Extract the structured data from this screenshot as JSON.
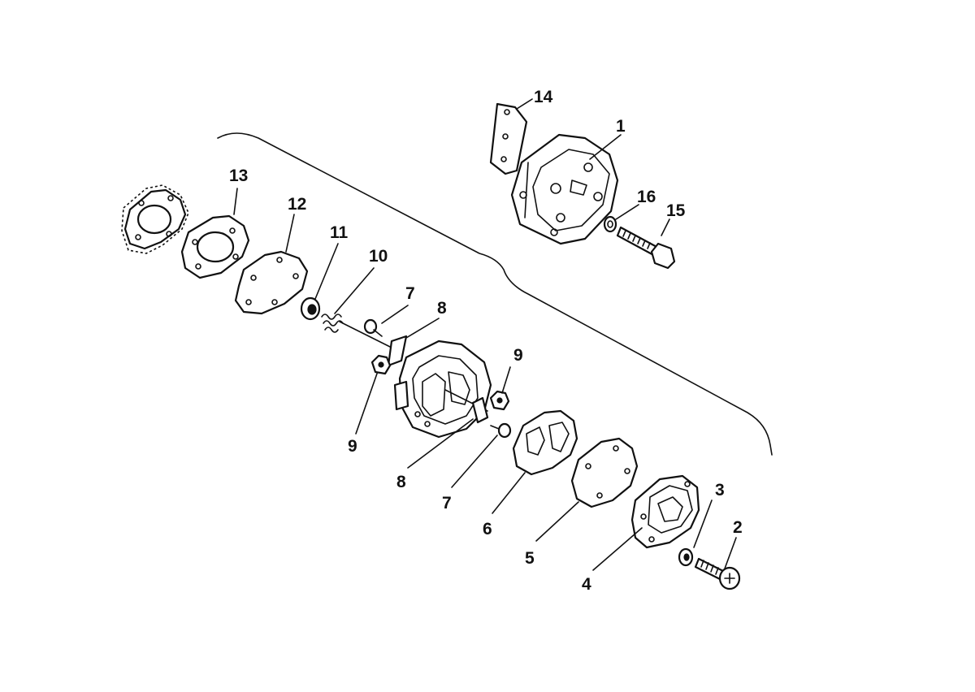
{
  "diagram": {
    "kind": "exploded parts view",
    "callouts": {
      "c1": "1",
      "c2": "2",
      "c3": "3",
      "c4": "4",
      "c5": "5",
      "c6": "6",
      "c7a": "7",
      "c7b": "7",
      "c8a": "8",
      "c8b": "8",
      "c9a": "9",
      "c9b": "9",
      "c10": "10",
      "c11": "11",
      "c12": "12",
      "c13": "13",
      "c14": "14",
      "c15": "15",
      "c16": "16"
    },
    "colors": {
      "ink": "#111111",
      "paper": "#ffffff"
    }
  }
}
